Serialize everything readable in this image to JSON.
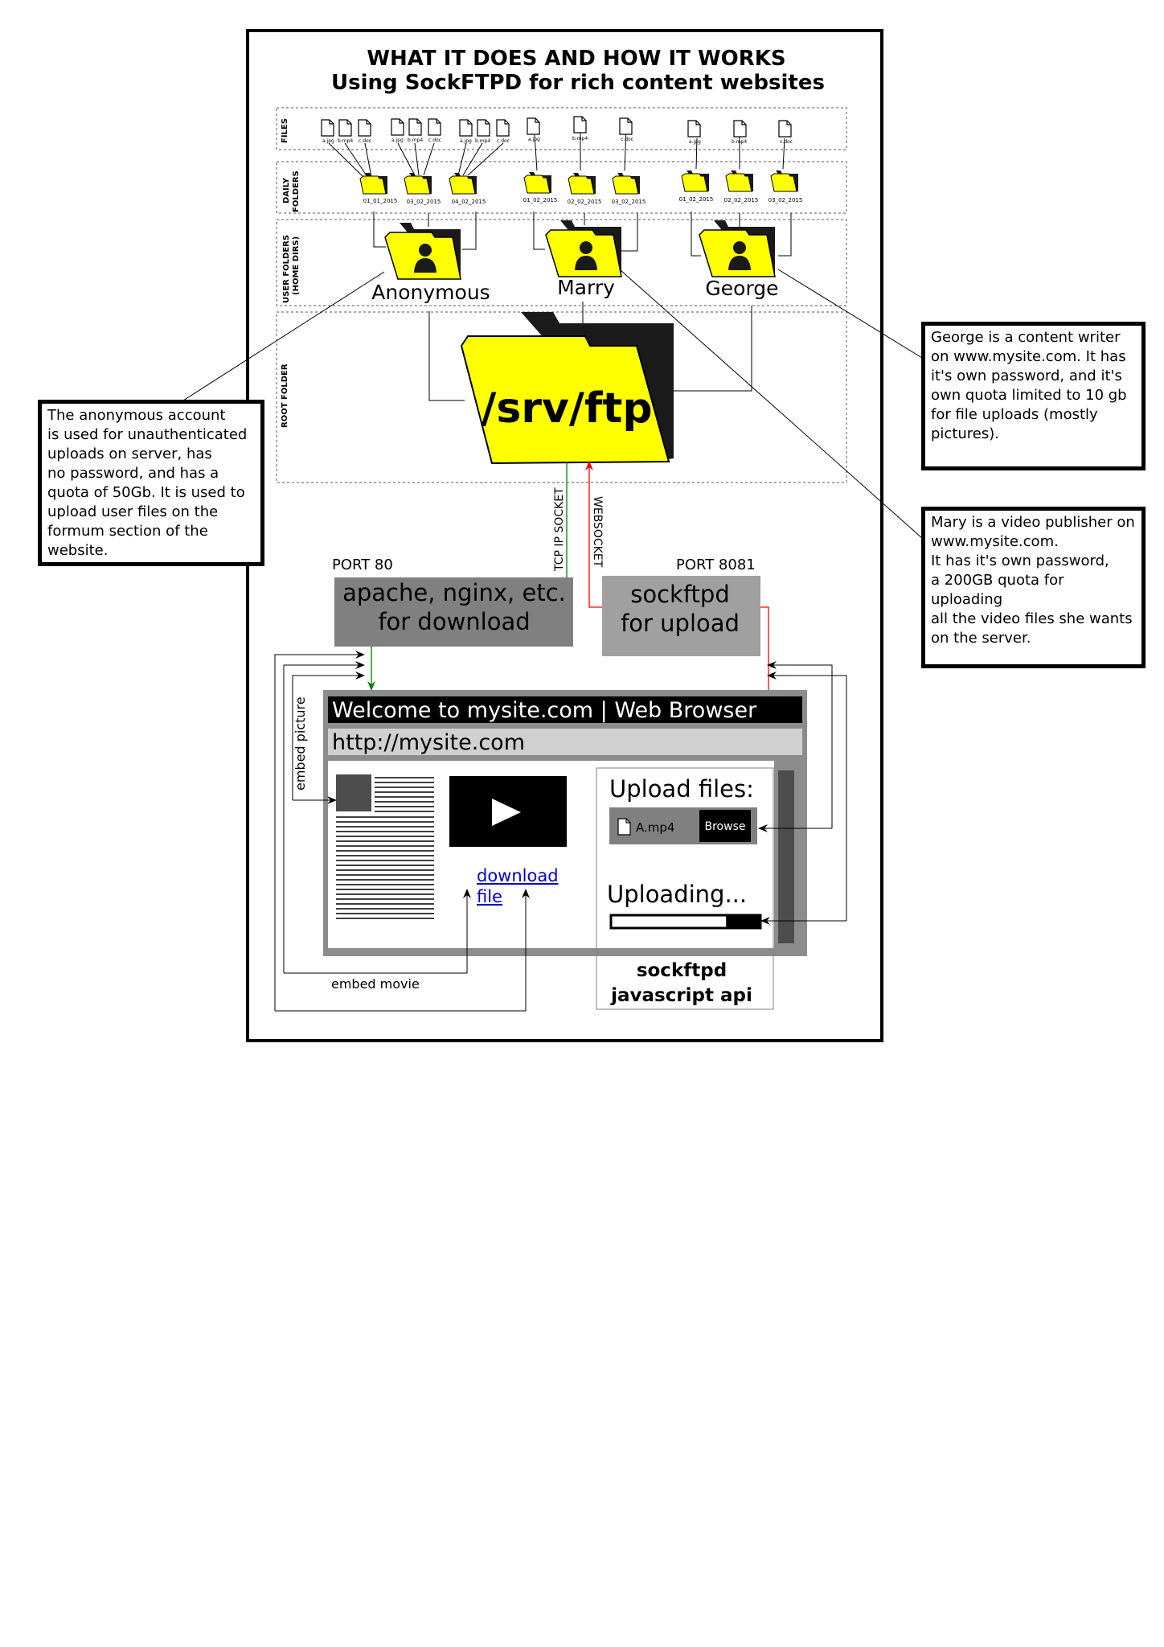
{
  "title": {
    "line1": "WHAT IT DOES AND HOW IT WORKS",
    "line2": "Using SockFTPD for rich content websites"
  },
  "sections": {
    "files": "FILES",
    "daily_1": "DAILY",
    "daily_2": "FOLDERS",
    "user_1": "USER FOLDERS",
    "user_2": "(HOME DIRS)",
    "root": "ROOT FOLDER"
  },
  "files": {
    "jpg": "a.jpg",
    "mp4": "b.mp4",
    "doc": "c.doc"
  },
  "daily": [
    "01_01_2015",
    "03_02_2015",
    "04_02_2015",
    "01_02_2015",
    "02_02_2015",
    "03_02_2015",
    "01_02_2015",
    "02_02_2015",
    "03_02_2015"
  ],
  "users": [
    "Anonymous",
    "Marry",
    "George"
  ],
  "root_folder": "/srv/ftp",
  "connections": {
    "tcp": "TCP IP SOCKET",
    "ws": "WEBSOCKET",
    "colors": {
      "tcp": "#008000",
      "ws": "#ff0000"
    }
  },
  "servers": {
    "download": {
      "port": "PORT 80",
      "line1": "apache, nginx, etc.",
      "line2": "for download"
    },
    "upload": {
      "port": "PORT 8081",
      "line1": "sockftpd",
      "line2": "for upload"
    }
  },
  "browser": {
    "title": "Welcome to mysite.com | Web Browser",
    "url": "http://mysite.com",
    "download_1": "download",
    "download_2": "file",
    "upload_title": "Upload files:",
    "file_name": "A.mp4",
    "browse": "Browse",
    "uploading": "Uploading...",
    "upload_progress": 0.77,
    "embed_picture": "embed picture",
    "embed_movie": "embed movie",
    "api_1": "sockftpd",
    "api_2": "javascript api"
  },
  "notes": {
    "anonymous": "The anonymous account\nis used for unauthenticated\nuploads on server, has\nno password, and has a\nquota of 50Gb. It is used to\nupload user files on the\nformum section of the\nwebsite.",
    "george": "George is a content writer\non www.mysite.com. It has\nit's own password, and it's\nown quota limited to 10 gb\nfor file uploads (mostly\npictures).",
    "mary": "Mary is a video publisher on\nwww.mysite.com.\nIt has it's own password,\na 200GB quota for uploading\nall the video files she wants\non the server."
  },
  "icons": {
    "file": "file-icon",
    "folder": "folder-icon",
    "user_folder": "user-folder-icon",
    "play": "play-icon"
  }
}
